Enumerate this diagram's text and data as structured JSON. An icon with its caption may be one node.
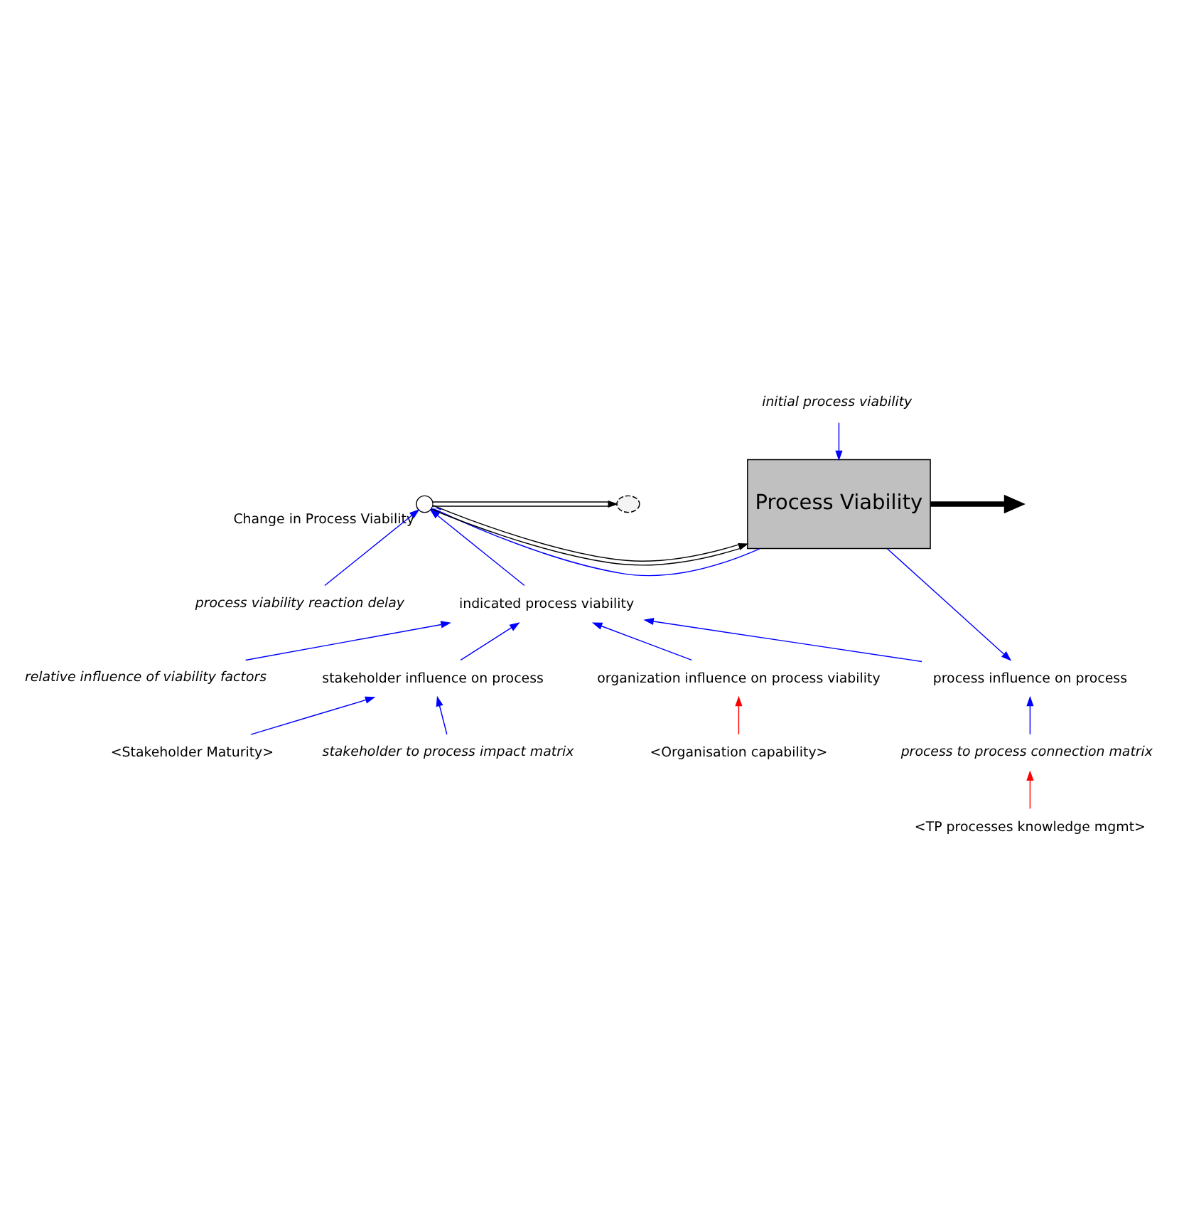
{
  "diagram": {
    "nodes": [
      {
        "text": [
          "initial process viability"
        ]
      },
      {
        "text": [
          "Process Viability"
        ]
      },
      {
        "text": [],
        "shape": "cloud"
      },
      {
        "text": [],
        "shape": "circle",
        "beside": [
          "Change in Process Viability"
        ]
      },
      {
        "text": [
          "process viability reaction delay"
        ]
      },
      {
        "text": [
          "indicated process viability"
        ]
      },
      {
        "text": [
          "relative influence of viability factors"
        ]
      },
      {
        "text": [
          "stakeholder influence on process"
        ]
      },
      {
        "text": [
          "process influence on process"
        ]
      },
      {
        "text": [
          "organization influence on process viability"
        ]
      },
      {
        "text": [
          "<Stakeholder Maturity>"
        ]
      },
      {
        "text": [
          "stakeholder to process impact matrix"
        ]
      },
      {
        "text": [
          "process to process connection matrix"
        ]
      },
      {
        "text": [
          "<Organisation capability>"
        ]
      },
      {
        "text": [
          "<TP processes knowledge mgmt>"
        ]
      }
    ],
    "edges": [
      {
        "from": 0,
        "to": 1,
        "arrow": "to"
      },
      {
        "from": 3,
        "to": 2,
        "arrow": "to",
        "color": "#000000"
      },
      {
        "from": 3,
        "to": 1,
        "arrow": "to",
        "color": "#000000"
      },
      {
        "from": 1,
        "to": null,
        "arrow": "to",
        "style": "thick",
        "color": "#000000"
      },
      {
        "from": 4,
        "to": 3,
        "arrow": "to"
      },
      {
        "from": 1,
        "to": 3,
        "arrow": "to"
      },
      {
        "from": 5,
        "to": 3,
        "arrow": "to"
      },
      {
        "from": 6,
        "to": 5,
        "arrow": "to"
      },
      {
        "from": 7,
        "to": 5,
        "arrow": "to"
      },
      {
        "from": 8,
        "to": 5,
        "arrow": "to"
      },
      {
        "from": 9,
        "to": 5,
        "arrow": "to"
      },
      {
        "from": 1,
        "to": 8,
        "arrow": "to"
      },
      {
        "from": 10,
        "to": 7,
        "arrow": "to"
      },
      {
        "from": 11,
        "to": 7,
        "arrow": "to"
      },
      {
        "from": 12,
        "to": 8,
        "arrow": "to"
      },
      {
        "from": 13,
        "to": 9,
        "arrow": "to",
        "color": "#ff0000"
      },
      {
        "from": 14,
        "to": 12,
        "arrow": "to",
        "color": "#ff0000"
      }
    ]
  }
}
